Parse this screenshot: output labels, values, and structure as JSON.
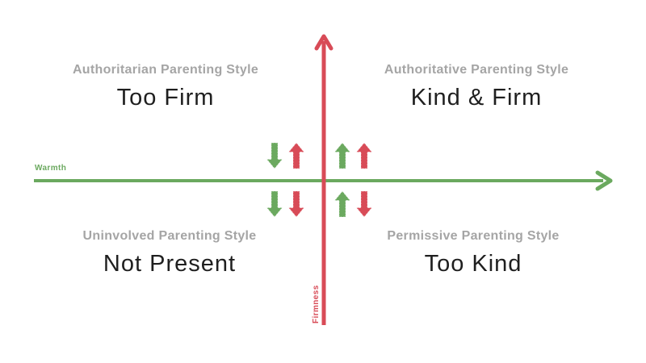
{
  "colors": {
    "warmth_green": "#6BA95F",
    "firmness_red": "#D84B57",
    "title_gray": "#A5A5A5",
    "text_black": "#1F1F1F"
  },
  "axes": {
    "x_label": "Warmth",
    "y_label": "Firmness"
  },
  "quadrants": [
    {
      "position": "top-left",
      "title": "Authoritarian Parenting Style",
      "subtitle": "Too Firm",
      "arrows": [
        {
          "axis": "warmth",
          "dir": "down"
        },
        {
          "axis": "firmness",
          "dir": "up"
        }
      ]
    },
    {
      "position": "top-right",
      "title": "Authoritative Parenting Style",
      "subtitle": "Kind & Firm",
      "arrows": [
        {
          "axis": "warmth",
          "dir": "up"
        },
        {
          "axis": "firmness",
          "dir": "up"
        }
      ]
    },
    {
      "position": "bottom-left",
      "title": "Uninvolved Parenting Style",
      "subtitle": "Not Present",
      "arrows": [
        {
          "axis": "warmth",
          "dir": "down"
        },
        {
          "axis": "firmness",
          "dir": "down"
        }
      ]
    },
    {
      "position": "bottom-right",
      "title": "Permissive Parenting Style",
      "subtitle": "Too Kind",
      "arrows": [
        {
          "axis": "warmth",
          "dir": "up"
        },
        {
          "axis": "firmness",
          "dir": "down"
        }
      ]
    }
  ]
}
